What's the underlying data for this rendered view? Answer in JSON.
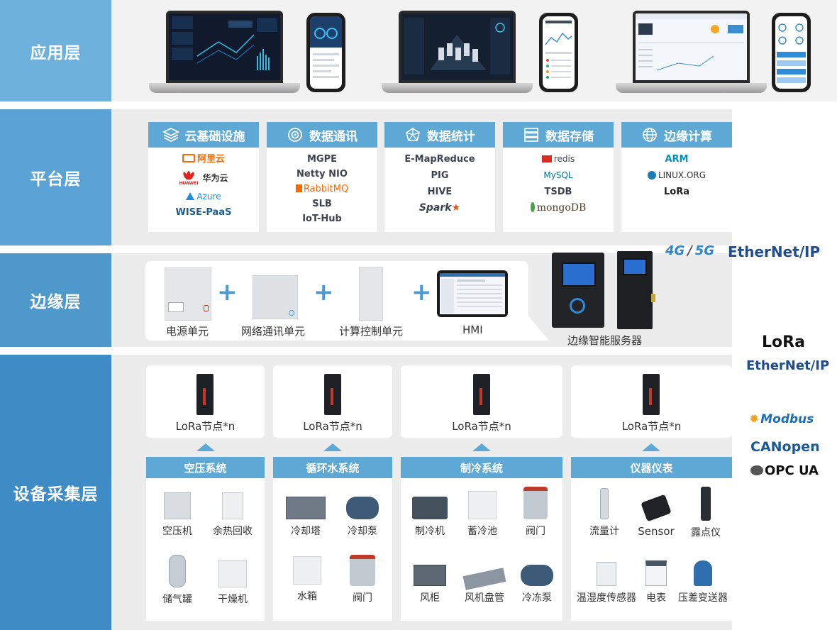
{
  "layers": {
    "application": "应用层",
    "platform": "平台层",
    "edge": "边缘层",
    "device": "设备采集层"
  },
  "platform": {
    "cards": [
      {
        "title": "云基础设施",
        "icon": "layers-icon",
        "items": [
          "阿里云",
          "华为云",
          "Azure",
          "WISE-PaaS"
        ]
      },
      {
        "title": "数据通讯",
        "icon": "signal-icon",
        "items": [
          "MGPE",
          "Netty NIO",
          "RabbitMQ",
          "SLB",
          "IoT-Hub"
        ]
      },
      {
        "title": "数据统计",
        "icon": "network-icon",
        "items": [
          "E-MapReduce",
          "PIG",
          "HIVE",
          "Spark"
        ]
      },
      {
        "title": "数据存储",
        "icon": "storage-icon",
        "items": [
          "redis",
          "MySQL",
          "TSDB",
          "mongoDB"
        ]
      },
      {
        "title": "边缘计算",
        "icon": "globe-icon",
        "items": [
          "ARM",
          "LINUX.ORG",
          "LoRa"
        ]
      }
    ],
    "huawei_sub": "HUAWEI"
  },
  "edge": {
    "units": [
      "电源单元",
      "网络通讯单元",
      "计算控制单元",
      "HMI"
    ],
    "server": "边缘智能服务器",
    "plus": "+"
  },
  "protocols": {
    "net_4g": "4G",
    "slash": "/",
    "net_5g": "5G",
    "ethernet": "EtherNet/IP",
    "lora": "LoRa",
    "modbus": "Modbus",
    "canopen": "CANopen",
    "opcua": "OPC UA"
  },
  "device": {
    "node_label": "LoRa节点*n",
    "systems": [
      {
        "title": "空压系统",
        "devices": [
          "空压机",
          "余热回收",
          "储气罐",
          "干燥机"
        ]
      },
      {
        "title": "循环水系统",
        "devices": [
          "冷却塔",
          "冷却泵",
          "水箱",
          "阀门"
        ]
      },
      {
        "title": "制冷系统",
        "devices": [
          "制冷机",
          "蓄冷池",
          "阀门",
          "风柜",
          "风机盘管",
          "冷冻泵"
        ]
      },
      {
        "title": "仪器仪表",
        "devices": [
          "流量计",
          "Sensor",
          "露点仪",
          "温湿度传感器",
          "电表",
          "压差变送器"
        ]
      }
    ]
  },
  "colors": {
    "label_bg": "#5ea8d6",
    "accent": "#4a9ad2",
    "band": "#ececec"
  }
}
